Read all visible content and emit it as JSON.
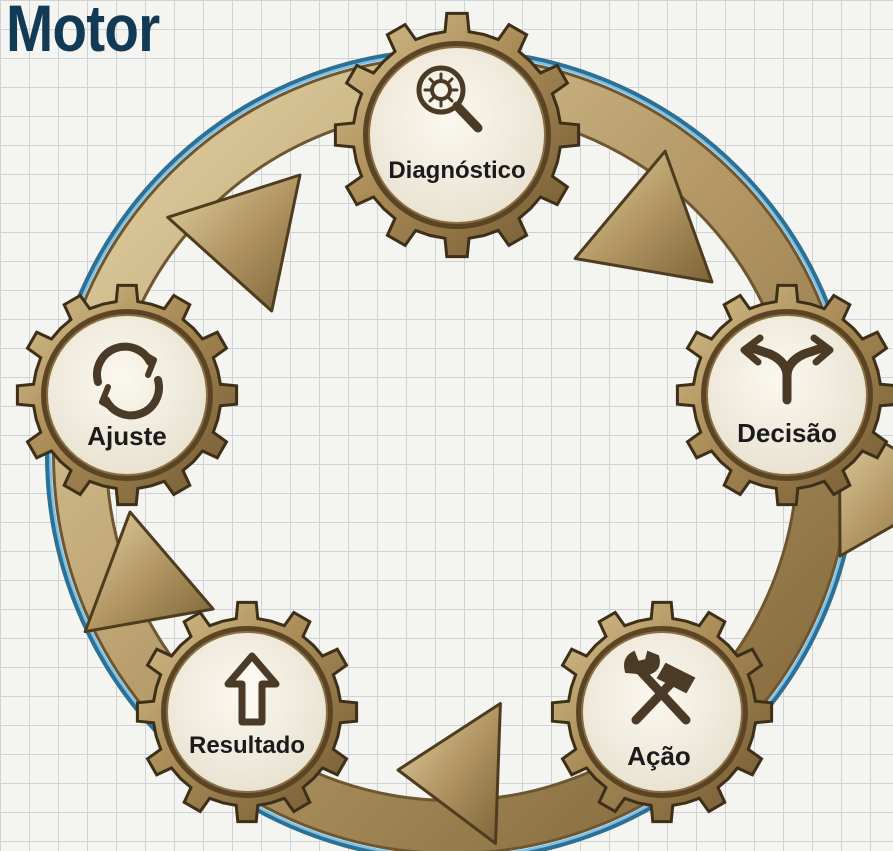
{
  "title": "Motor",
  "stages": [
    {
      "id": "diagnostico",
      "label": "Diagnóstico",
      "icon": "magnifier-gear-icon"
    },
    {
      "id": "decisao",
      "label": "Decisão",
      "icon": "fork-arrows-icon"
    },
    {
      "id": "acao",
      "label": "Ação",
      "icon": "wrench-hammer-icon"
    },
    {
      "id": "resultado",
      "label": "Resultado",
      "icon": "up-arrow-icon"
    },
    {
      "id": "ajuste",
      "label": "Ajuste",
      "icon": "refresh-icon"
    }
  ],
  "colors": {
    "title": "#123a55",
    "gear": "#a88a55",
    "gear_dark": "#6e5630",
    "ring_blue": "#6fb4d9",
    "arrow_gold": "#b8a173",
    "icon": "#4a3a26"
  }
}
